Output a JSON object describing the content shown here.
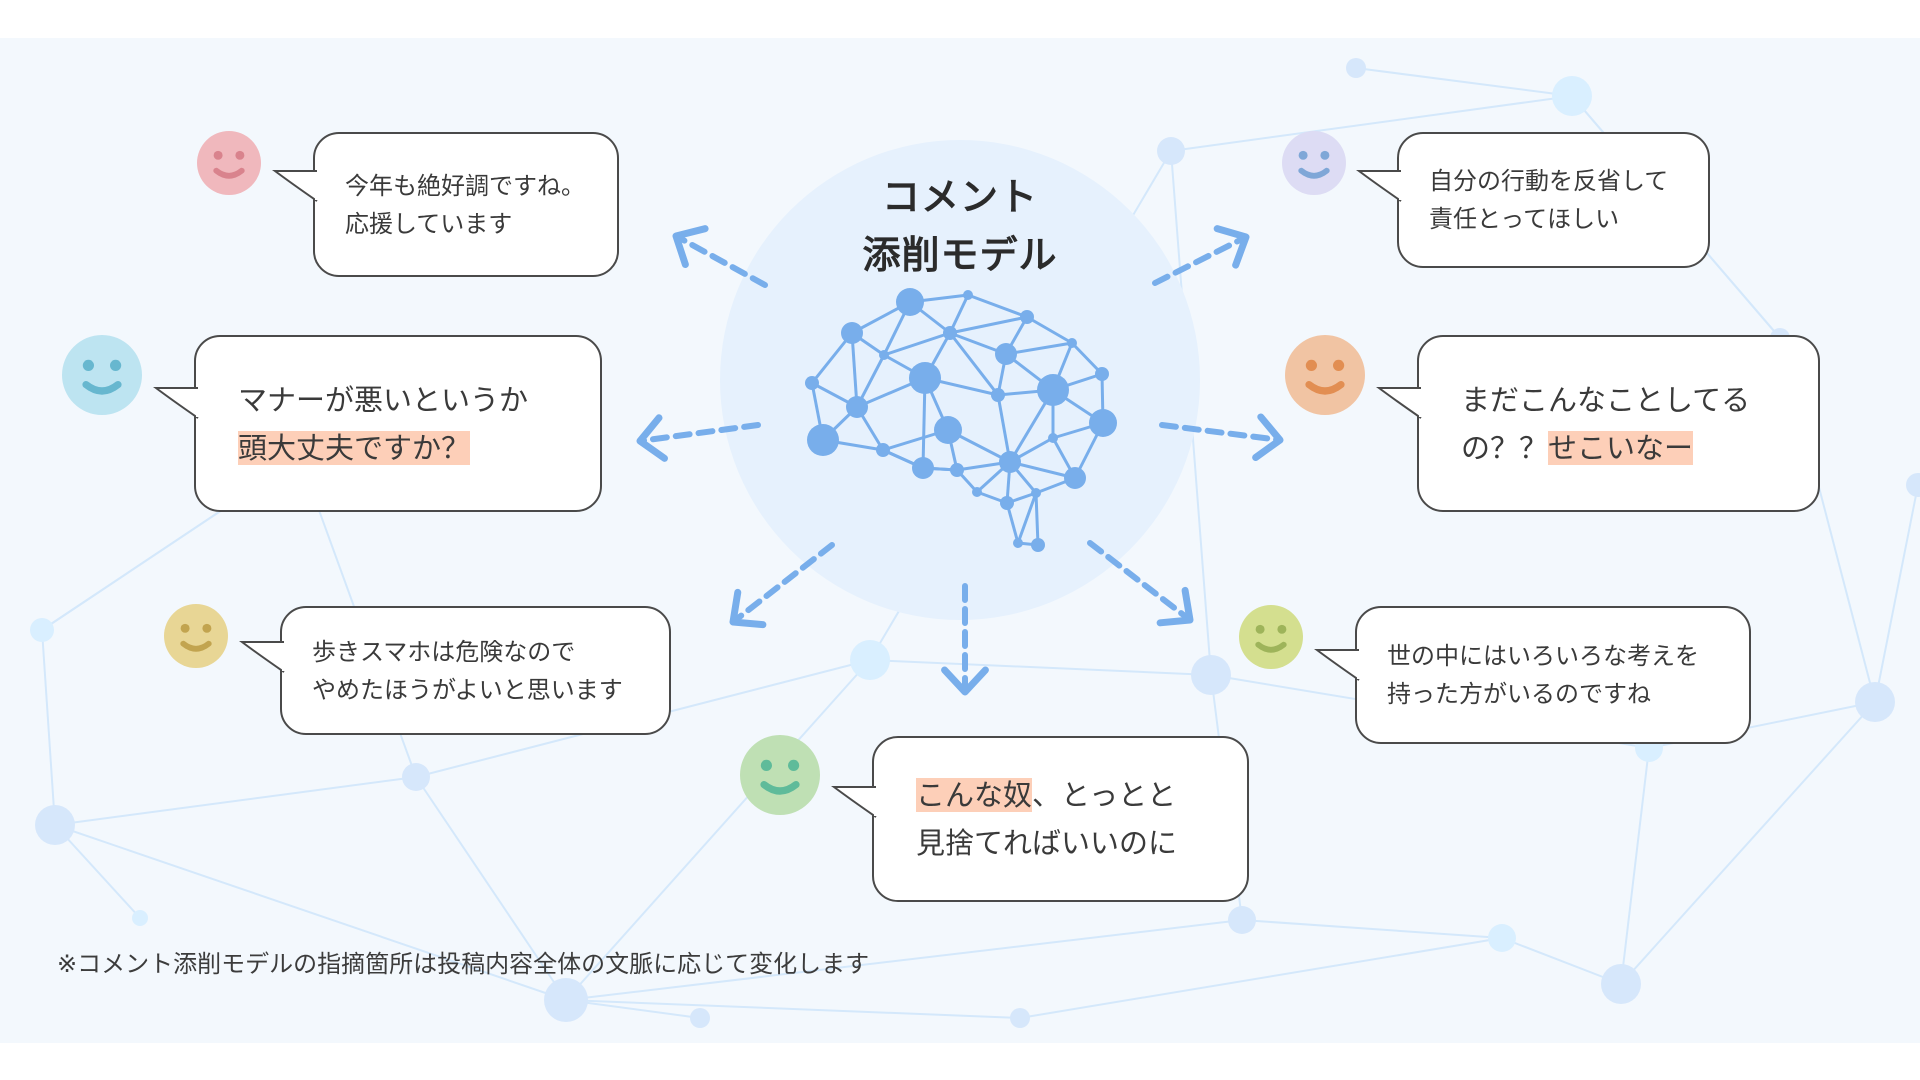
{
  "hub": {
    "title_lines": [
      "コメント",
      "添削モデル"
    ],
    "icon": "brain-network-icon",
    "circle_color": "#e6f1fd",
    "accent_color": "#78aeeb"
  },
  "comments": [
    {
      "id": "top-left",
      "face_color": "#f0b8bd",
      "feature_color": "#d9838d",
      "lines": [
        [
          {
            "t": "今年も絶好調ですね。",
            "hl": false
          }
        ],
        [
          {
            "t": "応援しています",
            "hl": false
          }
        ]
      ]
    },
    {
      "id": "middle-left",
      "face_color": "#bde4f1",
      "feature_color": "#67b7cf",
      "lines": [
        [
          {
            "t": "マナーが悪いというか",
            "hl": false
          }
        ],
        [
          {
            "t": "頭大丈夫ですか？",
            "hl": true
          }
        ]
      ]
    },
    {
      "id": "bottom-left",
      "face_color": "#e8d695",
      "feature_color": "#c2a44f",
      "lines": [
        [
          {
            "t": "歩きスマホは危険なので",
            "hl": false
          }
        ],
        [
          {
            "t": "やめたほうがよいと思います",
            "hl": false
          }
        ]
      ]
    },
    {
      "id": "bottom-center",
      "face_color": "#bfe0b4",
      "feature_color": "#5fbb9a",
      "lines": [
        [
          {
            "t": "こんな奴",
            "hl": true
          },
          {
            "t": "、とっとと",
            "hl": false
          }
        ],
        [
          {
            "t": "見捨てればいいのに",
            "hl": false
          }
        ]
      ]
    },
    {
      "id": "top-right",
      "face_color": "#dddcf4",
      "feature_color": "#7fa7d7",
      "lines": [
        [
          {
            "t": "自分の行動を反省して",
            "hl": false
          }
        ],
        [
          {
            "t": "責任とってほしい",
            "hl": false
          }
        ]
      ]
    },
    {
      "id": "middle-right",
      "face_color": "#f1c4a3",
      "feature_color": "#e28e52",
      "lines": [
        [
          {
            "t": "まだこんなことしてる",
            "hl": false
          }
        ],
        [
          {
            "t": "の？？",
            "hl": false
          },
          {
            "t": "せこいなー",
            "hl": true
          }
        ]
      ]
    },
    {
      "id": "bottom-right",
      "face_color": "#d4df8f",
      "feature_color": "#9eb45a",
      "lines": [
        [
          {
            "t": "世の中にはいろいろな考えを",
            "hl": false
          }
        ],
        [
          {
            "t": "持った方がいるのですね",
            "hl": false
          }
        ]
      ]
    }
  ],
  "highlight_color": "#fdcfb8",
  "footnote": "※コメント添削モデルの指摘箇所は投稿内容全体の文脈に応じて変化します"
}
